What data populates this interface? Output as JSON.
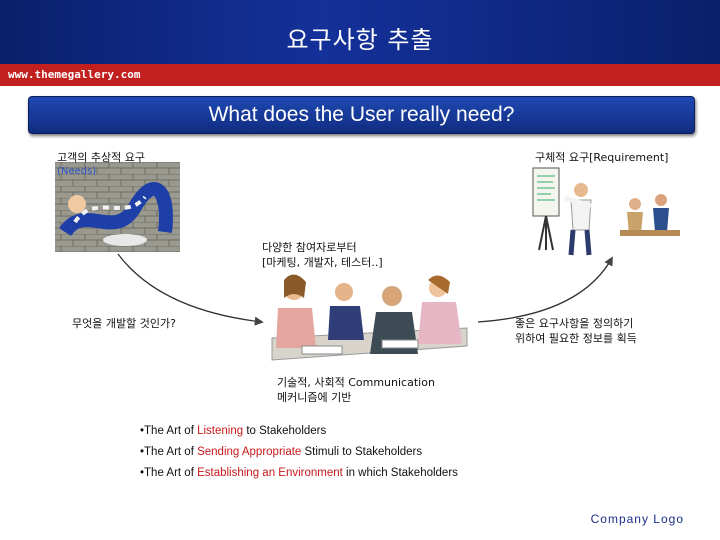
{
  "header": {
    "title": "요구사항 추출",
    "url": "www.themegallery.com"
  },
  "banner": {
    "text": "What does the User really need?"
  },
  "labels": {
    "abstract_need": "고객의 추상적 요구",
    "needs": "(Needs)",
    "concrete_req": "구체적 요구[Requirement]",
    "participants_1": "다양한 참여자로부터",
    "participants_2": "[마케팅, 개발자, 테스터..]",
    "what_develop": "무엇을 개발할 것인가?",
    "good_req_1": "좋은 요구사항을 정의하기",
    "good_req_2": "위하여 필요한 정보를 획득",
    "comm_1": "기술적, 사회적 Communication",
    "comm_2": "메커니즘에 기반"
  },
  "bullets": [
    {
      "pre": "•The Art of ",
      "hl": "Listening",
      "post": " to Stakeholders"
    },
    {
      "pre": "•The Art of ",
      "hl": "Sending Appropriate",
      "post": " Stimuli to Stakeholders"
    },
    {
      "pre": "•The Art of ",
      "hl": "Establishing an Environment",
      "post": " in which Stakeholders"
    }
  ],
  "footer": {
    "logo": "Company Logo"
  }
}
